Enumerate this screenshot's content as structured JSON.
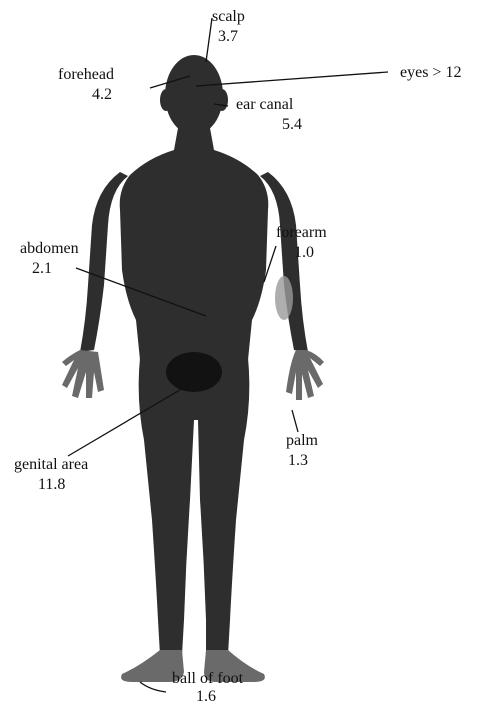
{
  "diagram": {
    "labels": [
      {
        "id": "scalp",
        "name": "scalp",
        "value": "3.7"
      },
      {
        "id": "forehead",
        "name": "forehead",
        "value": "4.2"
      },
      {
        "id": "eyes",
        "name": "eyes > 12",
        "value": ""
      },
      {
        "id": "ear_canal",
        "name": "ear canal",
        "value": "5.4"
      },
      {
        "id": "abdomen",
        "name": "abdomen",
        "value": "2.1"
      },
      {
        "id": "forearm",
        "name": "forearm",
        "value": "1.0"
      },
      {
        "id": "genital_area",
        "name": "genital area",
        "value": "11.8"
      },
      {
        "id": "palm",
        "name": "palm",
        "value": "1.3"
      },
      {
        "id": "ball_of_foot",
        "name": "ball of foot",
        "value": "1.6"
      }
    ]
  },
  "colors": {
    "body_fill": "#2e2e2e",
    "highlight": "#9a9a9a",
    "line": "#111111"
  }
}
